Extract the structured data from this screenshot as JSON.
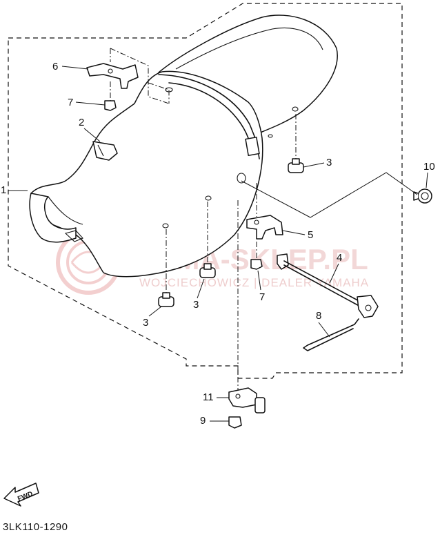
{
  "diagram_code": "3LK110-1290",
  "fwd_label": "FWD",
  "watermark": {
    "brand": "YAMA-SKLEP.PL",
    "line": "WOJCIECHOWICZ | DEALER YAMAHA"
  },
  "callouts": [
    {
      "id": "1",
      "label": "1",
      "part": "seat assembly"
    },
    {
      "id": "2",
      "label": "2",
      "part": "seat strap / tab"
    },
    {
      "id": "3a",
      "label": "3",
      "part": "damper"
    },
    {
      "id": "3b",
      "label": "3",
      "part": "damper"
    },
    {
      "id": "3c",
      "label": "3",
      "part": "damper"
    },
    {
      "id": "4",
      "label": "4",
      "part": "rod"
    },
    {
      "id": "5",
      "label": "5",
      "part": "bracket"
    },
    {
      "id": "6",
      "label": "6",
      "part": "bracket"
    },
    {
      "id": "7a",
      "label": "7",
      "part": "nut"
    },
    {
      "id": "7b",
      "label": "7",
      "part": "nut"
    },
    {
      "id": "8",
      "label": "8",
      "part": "spring"
    },
    {
      "id": "9",
      "label": "9",
      "part": "nut"
    },
    {
      "id": "10",
      "label": "10",
      "part": "cap"
    },
    {
      "id": "11",
      "label": "11",
      "part": "lock assembly"
    }
  ],
  "colors": {
    "line": "#111111",
    "background": "#ffffff",
    "watermark": "#e8b8b8"
  }
}
